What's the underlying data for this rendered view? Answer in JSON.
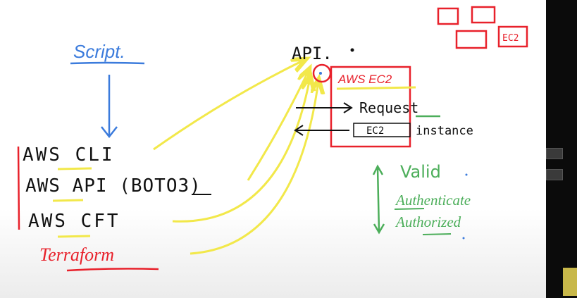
{
  "script_label": "Script.",
  "tools": {
    "cli": "AWS CLI",
    "api": "AWS API (BOTO3)",
    "cft": "AWS CFT",
    "terraform": "Terraform"
  },
  "api_label": "API.",
  "aws_box": {
    "title": "AWS EC2",
    "request": "Request",
    "response_box": "EC2",
    "response_text": "instance"
  },
  "checks": {
    "valid": "Valid",
    "authenticate": "Authenticate",
    "authorized": "Authorized"
  },
  "corner_box_label": "EC2",
  "colors": {
    "blue": "#3b7bdc",
    "black": "#111111",
    "red": "#e8212b",
    "yellow": "#f2e84a",
    "green": "#4cae5a"
  }
}
